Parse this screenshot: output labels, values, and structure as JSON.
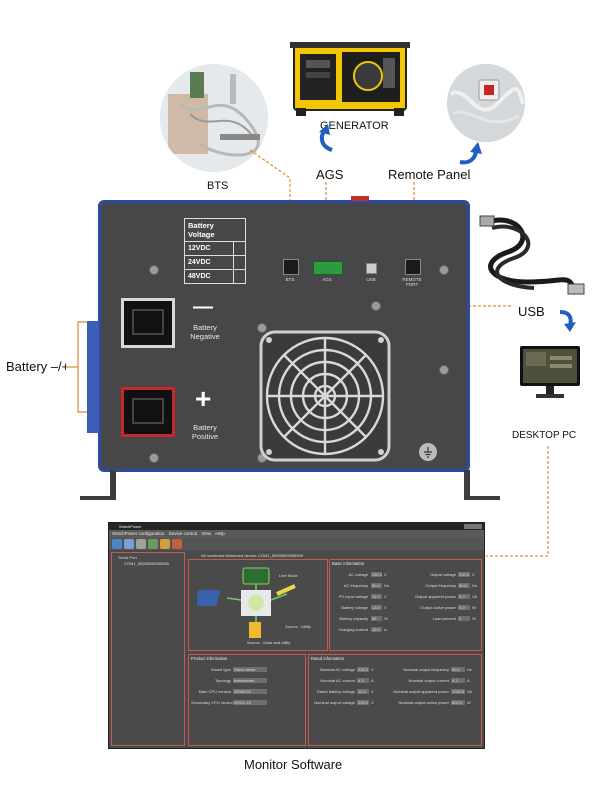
{
  "labels": {
    "generator": "GENERATOR",
    "bts": "BTS",
    "ags": "AGS",
    "remote_panel": "Remote Panel",
    "usb": "USB",
    "battery": "Battery –/+",
    "desktop_pc": "DESKTOP PC",
    "monitor_software": "Monitor Software"
  },
  "voltage_table": {
    "header": "Battery Voltage",
    "rows": [
      "12VDC",
      "24VDC",
      "48VDC"
    ]
  },
  "panel": {
    "negative_sign": "—",
    "negative_label": "Battery\nNegative",
    "positive_sign": "+",
    "positive_label": "Battery\nPositive",
    "ports": {
      "bts": "BTS",
      "ags": "AGS",
      "usb": "USB",
      "remote": "REMOTE\nPORT"
    }
  },
  "software": {
    "title": "WatchPower",
    "menu": [
      "WatchPower configuration",
      "Device control",
      "View",
      "Help"
    ],
    "tree_root": "Serial Port",
    "tree_item": "COM1_55555555555555",
    "status_bar": "All monitored   Monitored device: COM1_55555555555555",
    "basic_title": "Basic information",
    "basic_left": [
      {
        "label": "AC voltage",
        "value": "230.0",
        "unit": "V"
      },
      {
        "label": "AC frequency",
        "value": "50.0",
        "unit": "Hz"
      },
      {
        "label": "PV input voltage",
        "value": "12.0",
        "unit": "V"
      },
      {
        "label": "Battery voltage",
        "value": "13.0",
        "unit": "V"
      },
      {
        "label": "Battery capacity",
        "value": "85",
        "unit": "%"
      },
      {
        "label": "Charging current",
        "value": "10.0",
        "unit": "A"
      }
    ],
    "basic_right": [
      {
        "label": "Output voltage",
        "value": "230.0",
        "unit": "V"
      },
      {
        "label": "Output frequency",
        "value": "50.0",
        "unit": "Hz"
      },
      {
        "label": "Output apparent power",
        "value": "0.0",
        "unit": "VA"
      },
      {
        "label": "Output active power",
        "value": "0.0",
        "unit": "W"
      },
      {
        "label": "Load percent",
        "value": "0",
        "unit": "%"
      }
    ],
    "line_mode": "Line Mode",
    "source_label": "Source : Utility",
    "source_utility": "Source : Solar and utility",
    "product_title": "Product information",
    "product_rows": [
      {
        "label": "Model type",
        "value": "Stand alone"
      },
      {
        "label": "Topology",
        "value": "transformer"
      },
      {
        "label": "Main CPU version",
        "value": "00050.03"
      },
      {
        "label": "Secondary CPU version",
        "value": "00031.18"
      }
    ],
    "rated_title": "Rated information",
    "rated_left": [
      {
        "label": "Nominal AC voltage",
        "value": "230.0",
        "unit": "V"
      },
      {
        "label": "Nominal AC current",
        "value": "4.3",
        "unit": "A"
      },
      {
        "label": "Rated battery voltage",
        "value": "12.0",
        "unit": "V"
      },
      {
        "label": "Nominal output voltage",
        "value": "230.0",
        "unit": "V"
      }
    ],
    "rated_right": [
      {
        "label": "Nominal output frequency",
        "value": "50.0",
        "unit": "Hz"
      },
      {
        "label": "Nominal output current",
        "value": "4.3",
        "unit": "A"
      },
      {
        "label": "Nominal output apparent power",
        "value": "1000.0",
        "unit": "VA"
      },
      {
        "label": "Nominal output active power",
        "value": "800.0",
        "unit": "W"
      }
    ]
  }
}
